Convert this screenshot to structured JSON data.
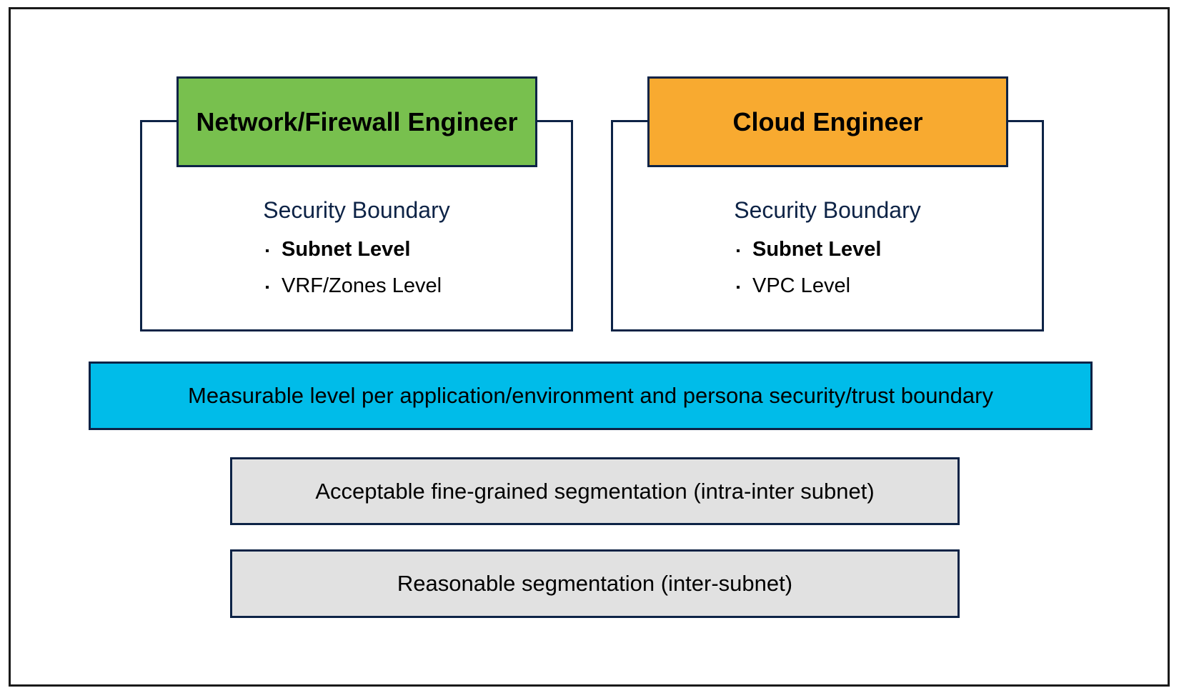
{
  "colors": {
    "network_header": "#78c04e",
    "cloud_header": "#f8aa30",
    "measurable_band": "#00bce9",
    "segmentation_band": "#e1e1e1",
    "outline": "#0d2346"
  },
  "personas": [
    {
      "title": "Network/Firewall Engineer",
      "boundary_title": "Security Boundary",
      "levels": [
        "Subnet Level",
        "VRF/Zones Level"
      ]
    },
    {
      "title": "Cloud Engineer",
      "boundary_title": "Security Boundary",
      "levels": [
        "Subnet Level",
        "VPC Level"
      ]
    }
  ],
  "bands": {
    "measurable": "Measurable level per application/environment and persona security/trust boundary",
    "fine_grained": "Acceptable fine-grained segmentation (intra-inter subnet)",
    "reasonable": "Reasonable segmentation (inter-subnet)"
  }
}
